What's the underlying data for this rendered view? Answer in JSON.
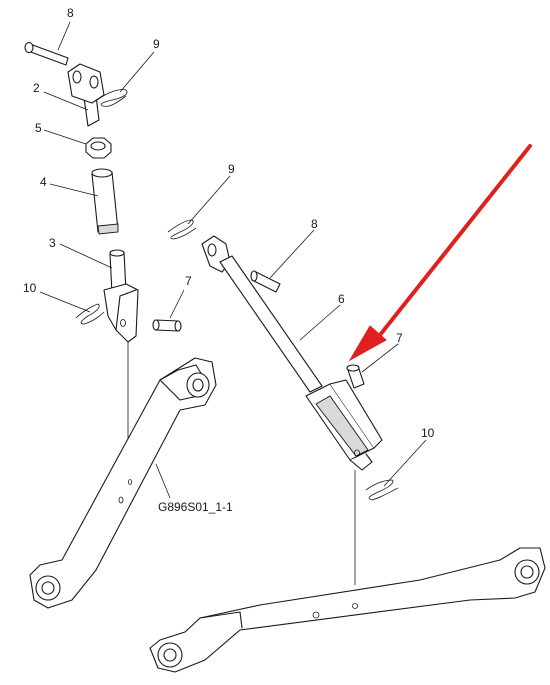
{
  "drawing_code": "G896S01_1-1",
  "accent_color": "#e02020",
  "callouts": {
    "c8a": "8",
    "c9a": "9",
    "c2": "2",
    "c5": "5",
    "c4": "4",
    "c3": "3",
    "c10a": "10",
    "c7a": "7",
    "c9b": "9",
    "c8b": "8",
    "c6": "6",
    "c7b": "7",
    "c10b": "10"
  }
}
